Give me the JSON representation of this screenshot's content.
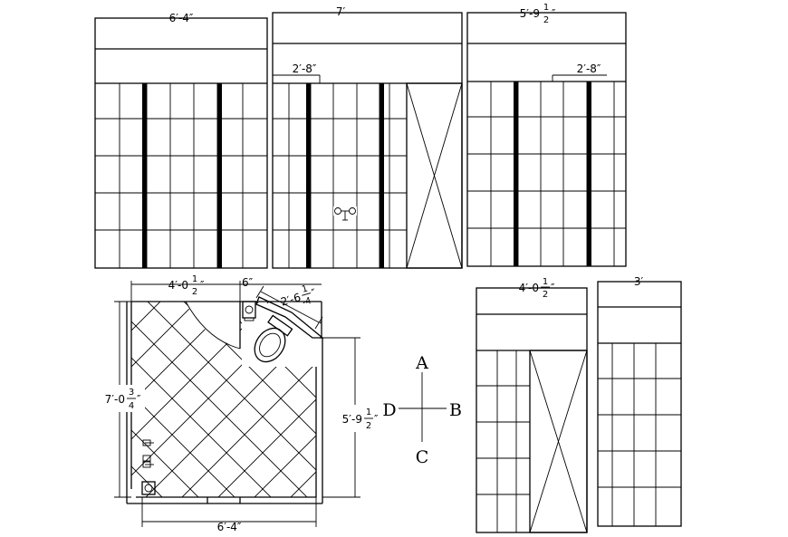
{
  "elevation_1": {
    "width_label": "6′-4″"
  },
  "elevation_2": {
    "width_label": "7′",
    "niche_label": "2′-8″"
  },
  "elevation_3": {
    "width_label_main": "5′-9",
    "width_frac_num": "1",
    "width_frac_den": "2",
    "niche_label": "2′-8″"
  },
  "plan": {
    "top_label_main": "4′-0",
    "top_frac_num": "1",
    "top_frac_den": "2",
    "offset_label": "6″",
    "diag_label_main": "2′-6",
    "diag_frac_num": "1",
    "diag_frac_den": "4",
    "left_label_main": "7′-0",
    "left_frac_num": "3",
    "left_frac_den": "4",
    "right_label_main": "5′-9",
    "right_frac_num": "1",
    "right_frac_den": "2",
    "bottom_label": "6′-4″"
  },
  "compass": {
    "north": "A",
    "east": "B",
    "south": "C",
    "west": "D"
  },
  "elevation_4": {
    "width_label_main": "4′-0",
    "width_frac_num": "1",
    "width_frac_den": "2"
  },
  "elevation_5": {
    "width_label": "3′"
  }
}
